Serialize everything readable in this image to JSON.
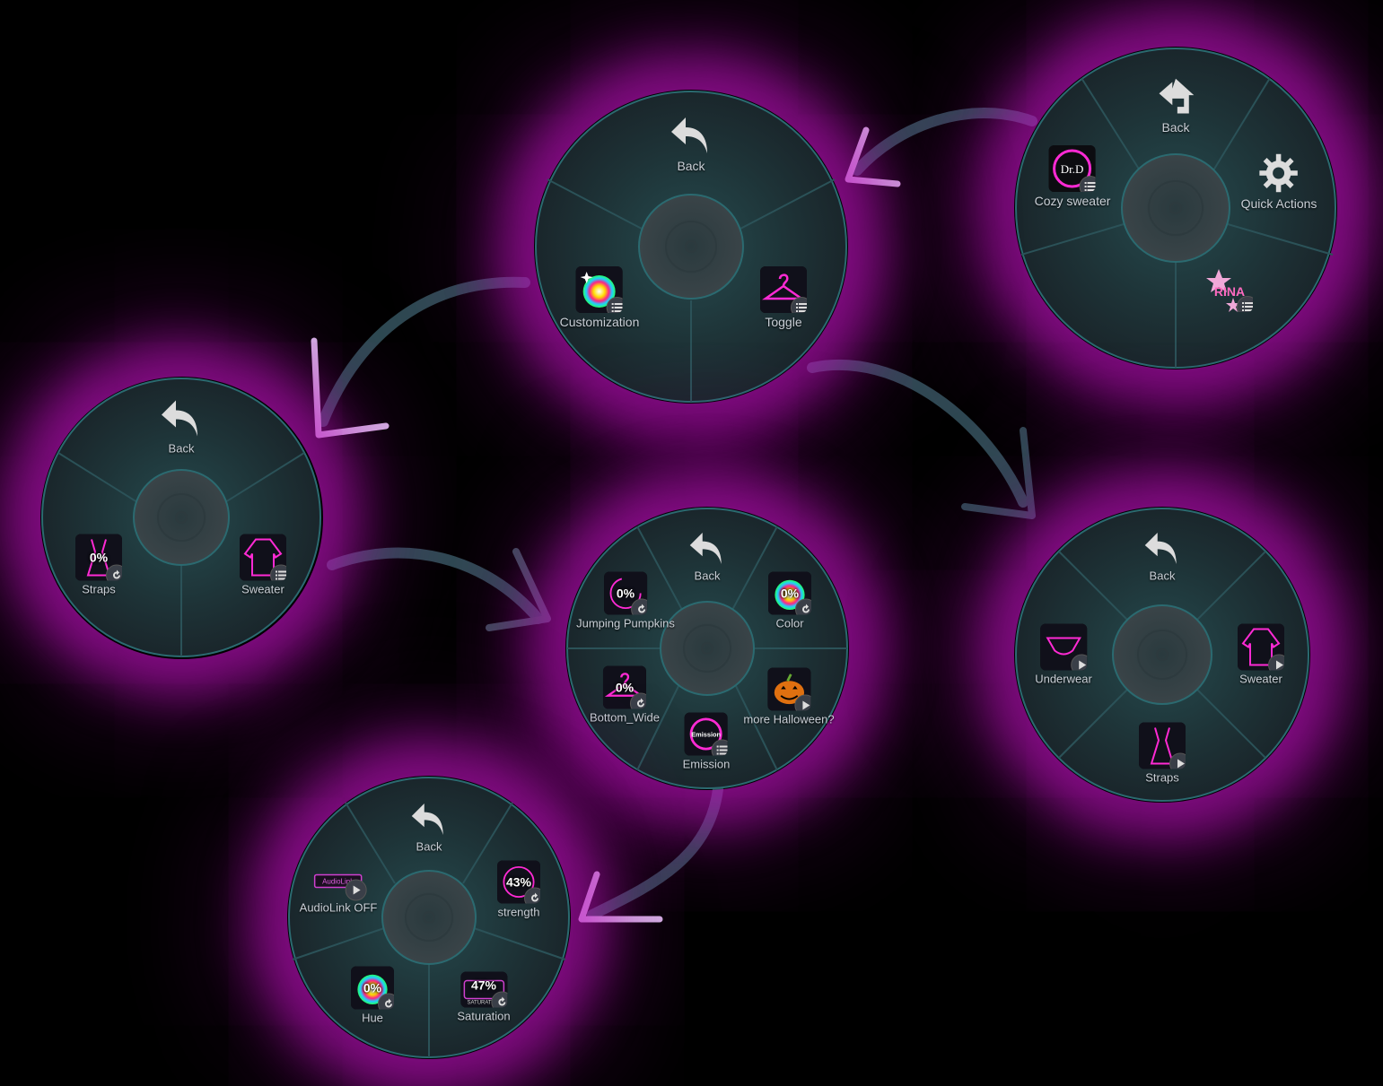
{
  "menus": {
    "root": {
      "back": "Back",
      "cozy": "Cozy sweater",
      "cozy_logo": "Dr.D",
      "quick": "Quick Actions",
      "rina_logo": "RINA"
    },
    "main": {
      "back": "Back",
      "customization": "Customization",
      "toggle": "Toggle"
    },
    "left": {
      "back": "Back",
      "straps": "Straps",
      "straps_pct": "0%",
      "sweater": "Sweater"
    },
    "center": {
      "back": "Back",
      "jumping": "Jumping Pumpkins",
      "jumping_pct": "0%",
      "color": "Color",
      "color_pct": "0%",
      "bottom": "Bottom_Wide",
      "bottom_pct": "0%",
      "halloween": "more Halloween?",
      "emission": "Emission",
      "emission_logo": "Emission"
    },
    "toggle": {
      "back": "Back",
      "underwear": "Underwear",
      "sweater": "Sweater",
      "straps": "Straps"
    },
    "emission": {
      "back": "Back",
      "audiolink": "AudioLink OFF",
      "audiolink_logo": "AudioLink",
      "strength": "strength",
      "strength_pct": "43%",
      "hue": "Hue",
      "hue_pct": "0%",
      "saturation": "Saturation",
      "saturation_pct": "47%",
      "saturation_logo": "SATURATION"
    }
  },
  "colors": {
    "accent": "#e020e0",
    "wheel": "#1f3a3e",
    "hub": "#2a4145",
    "text": "#c9cfd6"
  }
}
